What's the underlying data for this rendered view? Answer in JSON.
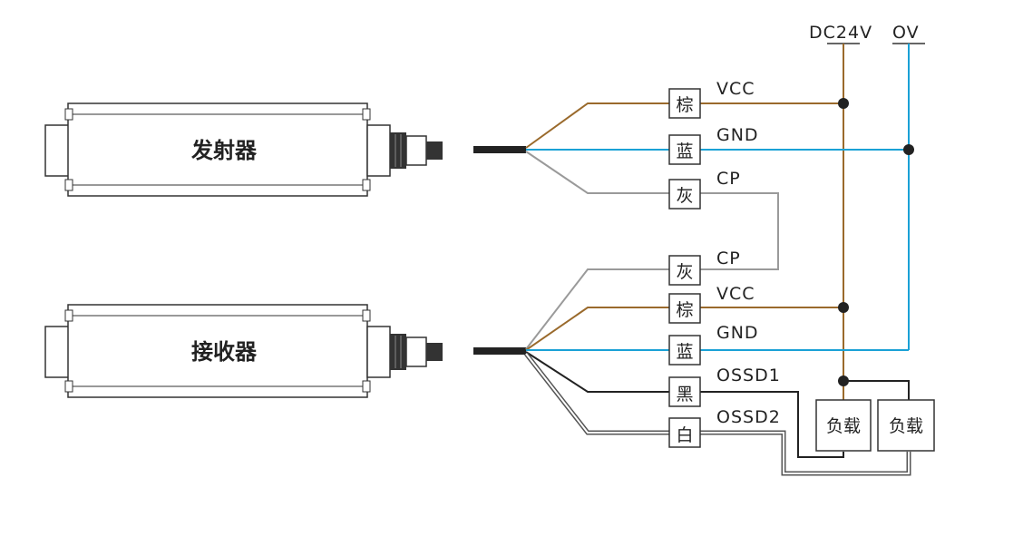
{
  "colors": {
    "brown": "#9a6a2c",
    "blue": "#1aa1d6",
    "gray": "#9a9a9a",
    "black": "#222222",
    "white_wire": "#555555",
    "body": "#ffffff",
    "outline": "#333333"
  },
  "rails": {
    "dc24v": "DC24V",
    "zero_v": "OV"
  },
  "devices": {
    "emitter": "发射器",
    "receiver": "接收器"
  },
  "emitter_wires": [
    {
      "color_label": "棕",
      "signal": "VCC"
    },
    {
      "color_label": "蓝",
      "signal": "GND"
    },
    {
      "color_label": "灰",
      "signal": "CP"
    }
  ],
  "receiver_wires": [
    {
      "color_label": "灰",
      "signal": "CP"
    },
    {
      "color_label": "棕",
      "signal": "VCC"
    },
    {
      "color_label": "蓝",
      "signal": "GND"
    },
    {
      "color_label": "黑",
      "signal": "OSSD1"
    },
    {
      "color_label": "白",
      "signal": "OSSD2"
    }
  ],
  "loads": [
    "负载",
    "负载"
  ]
}
